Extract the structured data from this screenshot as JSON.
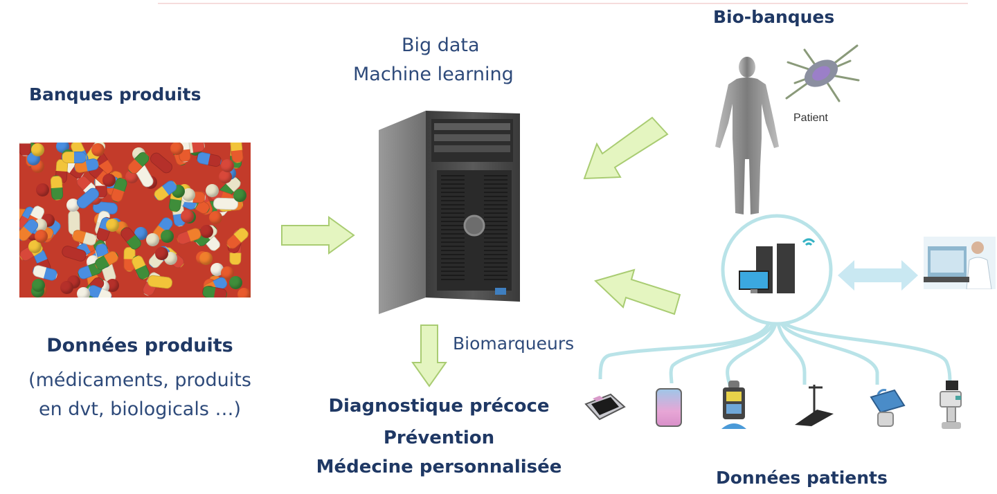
{
  "labels": {
    "bio_banques": "Bio-banques",
    "big_data": "Big data",
    "machine_learning": "Machine learning",
    "banques_produits": "Banques produits",
    "patient": "Patient",
    "donnees_produits": "Données produits",
    "donnees_produits_desc_1": "(médicaments, produits",
    "donnees_produits_desc_2": "en dvt, biologicals …)",
    "biomarqueurs": "Biomarqueurs",
    "diagnostique": "Diagnostique précoce",
    "prevention": "Prévention",
    "medecine": "Médecine personnalisée",
    "donnees_patients": "Données patients"
  },
  "colors": {
    "text_dark": "#1f3864",
    "text_regular": "#2e4a7a",
    "arrow_fill": "#e4f5c0",
    "arrow_stroke": "#a9cc72",
    "hub_ring": "#b9e3e8",
    "double_arrow": "#c9e8f2",
    "server_body": "#4a4a4a"
  },
  "icons": {
    "human": "human-silhouette-icon",
    "cell": "cell-icon",
    "server": "server-tower-icon",
    "pills": "pills-photo",
    "hub": "hub-computer-icon",
    "doctor": "doctor-laptop-icon",
    "devices": [
      "scale-icon",
      "tablet-icon",
      "monitor-device-icon",
      "treadmill-icon",
      "blood-pressure-icon",
      "ultrasound-icon"
    ]
  }
}
